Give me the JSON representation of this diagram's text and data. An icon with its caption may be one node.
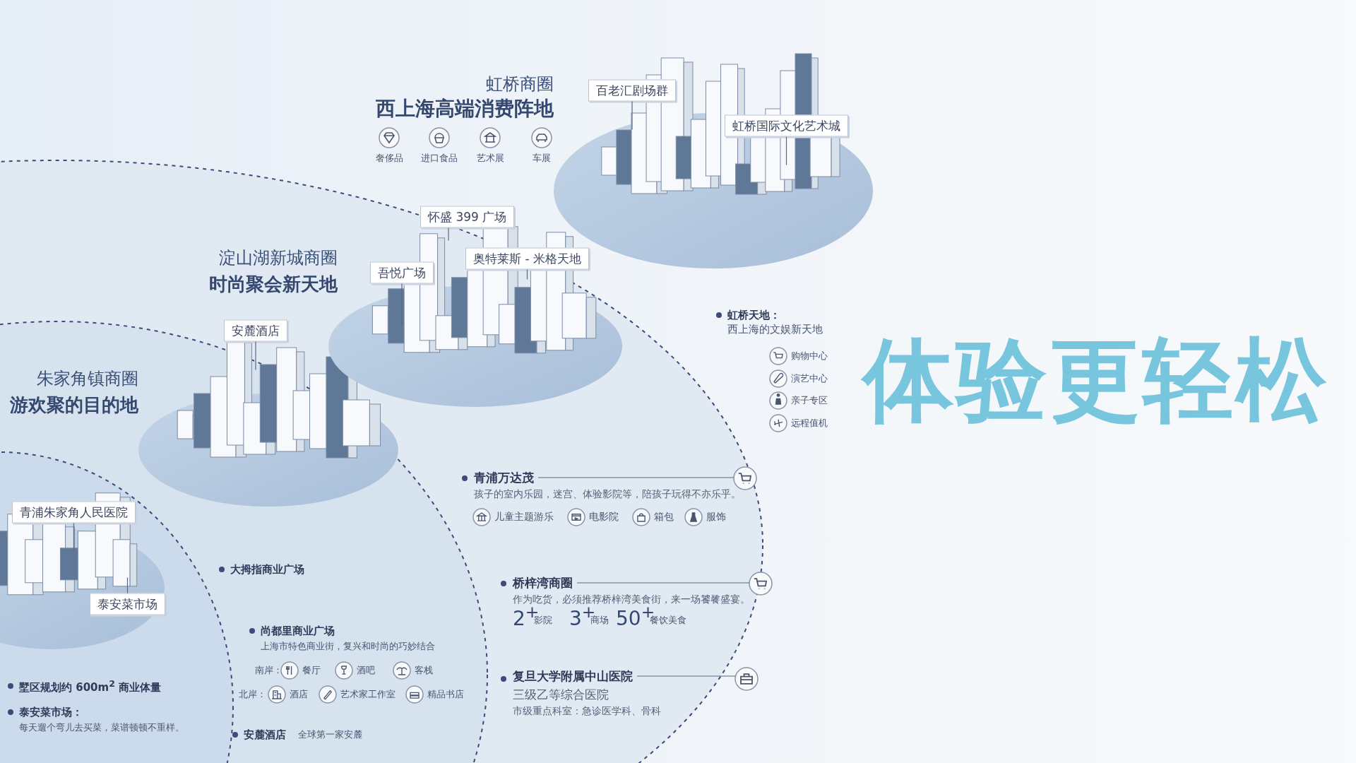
{
  "diagram": {
    "title": "体验更轻松",
    "nodes": [
      {
        "text": [
          "百老汇剧场群"
        ]
      },
      {
        "text": [
          "虹桥国际文化艺术城"
        ]
      },
      {
        "text": [
          "怀盛 399 广场"
        ]
      },
      {
        "text": [
          "吾悦广场"
        ]
      },
      {
        "text": [
          "奥特莱斯 - 米格天地"
        ]
      },
      {
        "text": [
          "安麓酒店"
        ]
      },
      {
        "text": [
          "青浦朱家角人民医院"
        ]
      },
      {
        "text": [
          "泰安菜市场"
        ]
      },
      {
        "text": [
          "青浦万达茂",
          "孩子的室内乐园，迷宫、体验影院等，陪孩子玩得不亦乐乎。"
        ]
      },
      {
        "text": [],
        "shape": "circle"
      },
      {
        "text": [
          "桥梓湾商圈",
          "作为吃货，必须推荐桥梓湾美食街，来一场饕餮盛宴。"
        ]
      },
      {
        "text": [],
        "shape": "circle"
      },
      {
        "text": [
          "复旦大学附属中山医院",
          "三级乙等综合医院",
          "市级重点科室：急诊医学科、骨科"
        ]
      },
      {
        "text": [],
        "shape": "circle"
      }
    ],
    "edges": [
      {
        "from": 0,
        "to": null,
        "arrow": "none"
      },
      {
        "from": 1,
        "to": null,
        "arrow": "none"
      },
      {
        "from": 2,
        "to": null,
        "arrow": "none"
      },
      {
        "from": 3,
        "to": null,
        "arrow": "none"
      },
      {
        "from": 4,
        "to": null,
        "arrow": "none"
      },
      {
        "from": 5,
        "to": null,
        "arrow": "none"
      },
      {
        "from": 6,
        "to": null,
        "arrow": "none"
      },
      {
        "from": 7,
        "to": null,
        "arrow": "none"
      },
      {
        "from": 8,
        "to": 9,
        "arrow": "none"
      },
      {
        "from": 10,
        "to": 11,
        "arrow": "none"
      },
      {
        "from": 12,
        "to": 13,
        "arrow": "none"
      }
    ],
    "labels": [
      "虹桥商圈",
      "西上海高端消费阵地",
      "奢侈品",
      "进口食品",
      "艺术展",
      "车展",
      "淀山湖新城商圈",
      "时尚聚会新天地",
      "朱家角镇商圈",
      "游欢聚的目的地",
      "虹桥天地：",
      "西上海的文娱新天地",
      "购物中心",
      "演艺中心",
      "亲子专区",
      "远程值机",
      "儿童主题游乐",
      "电影院",
      "箱包",
      "服饰",
      "2$^{+}$",
      "影院",
      "3$^{+}$",
      "商场",
      "50$^{+}$",
      "餐饮美食",
      "大拇指商业广场",
      "尚都里商业广场",
      "上海市特色商业街，复兴和时尚的巧妙结合",
      "南岸：",
      "餐厅",
      "酒吧",
      "客栈",
      "北岸：",
      "酒店",
      "艺术家工作室",
      "精品书店",
      "墅区规划约 600m$^{2}$ 商业体量",
      "泰安菜市场：",
      "每天遛个弯儿去买菜，菜谱顿顿不重样。",
      "安麓酒店",
      "全球第一家安麓"
    ]
  }
}
